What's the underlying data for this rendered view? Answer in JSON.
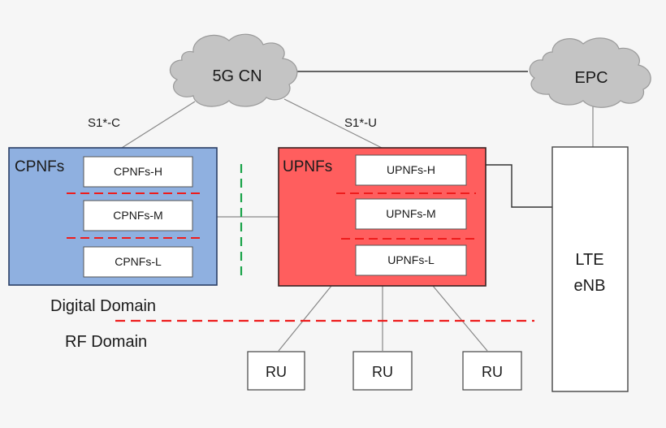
{
  "diagram": {
    "clouds": {
      "core": "5G CN",
      "epc": "EPC"
    },
    "links": {
      "control": "S1*-C",
      "user": "S1*-U"
    },
    "cp_group": {
      "title": "CPNFs",
      "items": [
        "CPNFs-H",
        "CPNFs-M",
        "CPNFs-L"
      ],
      "fill": "#8fb0e0"
    },
    "up_group": {
      "title": "UPNFs",
      "items": [
        "UPNFs-H",
        "UPNFs-M",
        "UPNFs-L"
      ],
      "fill": "#ff5e5e"
    },
    "enb": {
      "line1": "LTE",
      "line2": "eNB"
    },
    "domains": {
      "digital": "Digital Domain",
      "rf": "RF Domain"
    },
    "radio_units": [
      "RU",
      "RU",
      "RU"
    ],
    "colors": {
      "cloud": "#c4c4c4",
      "split_line": "#ee1c1c",
      "separator": "#1aa34a"
    }
  }
}
